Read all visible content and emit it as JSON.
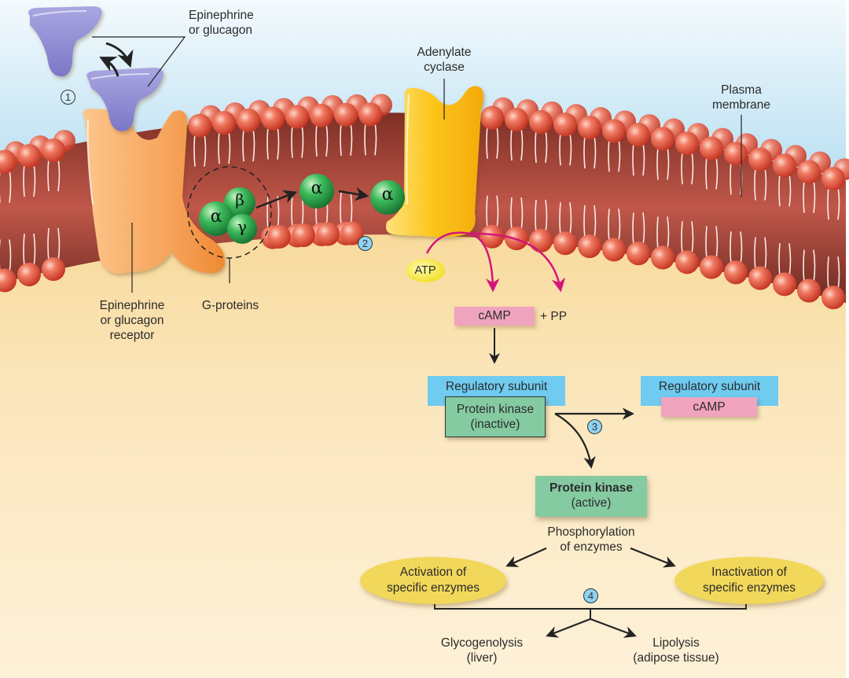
{
  "colors": {
    "sky_top": "#f4fafd",
    "sky_bottom": "#8ccbea",
    "cytoplasm_top": "#f7d99a",
    "cytoplasm_bottom": "#fdf1d8",
    "membrane_core": "#a5473a",
    "phospholipid_head": "#e0503c",
    "hormone": "#8b88d0",
    "receptor": "#f6a258",
    "adenylate_cyclase": "#fcc417",
    "g_protein": "#2c9a4a",
    "atp": "#f5ea3a",
    "camp_box": "#f0a3bd",
    "regulatory_box": "#6fcbf0",
    "protein_kinase_box": "#85cba2",
    "enzyme_ellipse": "#f2d85a",
    "reaction_arrow": "#d4157a",
    "step_badge": "#8fd3f2"
  },
  "labels": {
    "hormone": [
      "Epinephrine",
      "or glucagon"
    ],
    "receptor": [
      "Epinephrine",
      "or glucagon",
      "receptor"
    ],
    "adenylate_cyclase": [
      "Adenylate",
      "cyclase"
    ],
    "plasma_membrane": [
      "Plasma",
      "membrane"
    ],
    "g_proteins": "G-proteins",
    "atp": "ATP",
    "camp": "cAMP",
    "pp": "+ PP",
    "regulatory_subunit_1": "Regulatory subunit",
    "protein_kinase_inactive": [
      "Protein kinase",
      "(inactive)"
    ],
    "regulatory_subunit_2": "Regulatory subunit",
    "camp_bound": "cAMP",
    "protein_kinase_active": [
      "Protein kinase",
      "(active)"
    ],
    "phosphorylation": [
      "Phosphorylation",
      "of enzymes"
    ],
    "activation": [
      "Activation of",
      "specific enzymes"
    ],
    "inactivation": [
      "Inactivation of",
      "specific enzymes"
    ],
    "glycogenolysis": [
      "Glycogenolysis",
      "(liver)"
    ],
    "lipolysis": [
      "Lipolysis",
      "(adipose tissue)"
    ]
  },
  "g_protein_subunits": {
    "alpha": "α",
    "beta": "β",
    "gamma": "γ"
  },
  "steps": [
    "1",
    "2",
    "3",
    "4"
  ]
}
